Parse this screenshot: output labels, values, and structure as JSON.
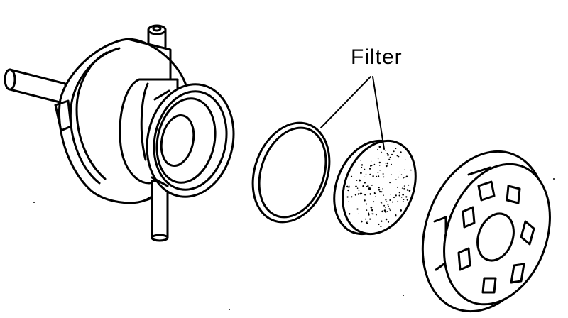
{
  "labels": {
    "filter": "Filter"
  },
  "parts": [
    {
      "name": "housing-with-shaft-and-pipe"
    },
    {
      "name": "filter-ring"
    },
    {
      "name": "filter-element"
    },
    {
      "name": "slotted-cover"
    }
  ]
}
